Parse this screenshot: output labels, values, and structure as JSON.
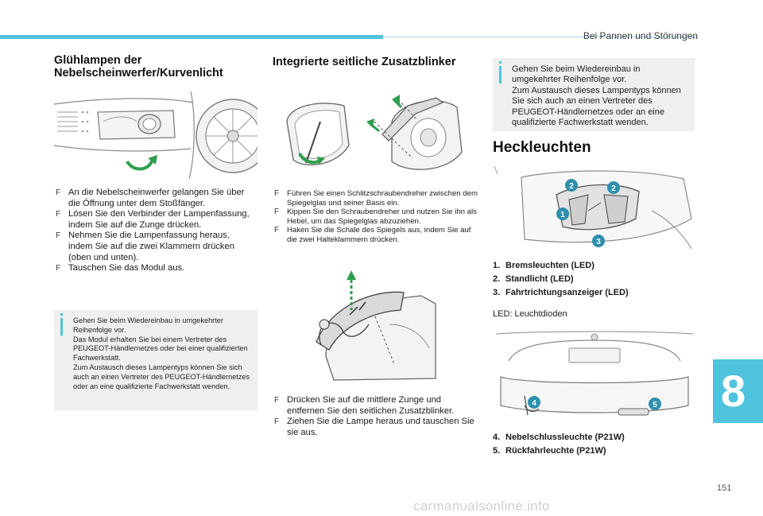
{
  "header": {
    "section_title": "Bei Pannen und Störungen"
  },
  "chapter": "8",
  "page_number": "151",
  "watermark": "carmanualsonline.info",
  "col1": {
    "title": "Glühlampen der Nebelscheinwerfer/Kurvenlicht",
    "title_line1": "Glühlampen der",
    "title_line2": "Nebelscheinwerfer/Kurvenlicht",
    "steps": [
      "An die Nebelscheinwerfer gelangen Sie über die Öffnung unter dem Stoßfänger.",
      "Lösen Sie den Verbinder der Lampenfassung, indem Sie auf die Zunge drücken.",
      "Nehmen Sie die Lampenfassung heraus, indem Sie auf die zwei Klammern drücken (oben und unten).",
      "Tauschen Sie das Modul aus."
    ],
    "info": [
      "Gehen Sie beim Wiedereinbau in umgekehrter Reihenfolge vor.",
      "Das Modul erhalten Sie bei einem Vertreter des PEUGEOT-Händlernetzes oder bei einer qualifizierten Fachwerkstatt.",
      "Zum Austausch dieses Lampentyps können Sie sich auch an einen Vertreter des PEUGEOT-Händlernetzes oder an eine qualifizierte Fachwerkstatt wenden."
    ]
  },
  "col2": {
    "title": "Integrierte seitliche Zusatzblinker",
    "steps_a": [
      "Führen Sie einen Schlitzschraubendreher zwischen dem Spiegelglas und seiner Basis ein.",
      "Kippen Sie den Schraubendreher und nutzen Sie ihn als Hebel, um das Spiegelglas abzuziehen.",
      "Haken Sie die Schale des Spiegels aus, indem Sie auf die zwei Halteklammern drücken."
    ],
    "steps_b": [
      "Drücken Sie auf die mittlere Zunge und entfernen Sie den seitlichen Zusatzblinker.",
      "Ziehen Sie die Lampe heraus und tauschen Sie sie aus."
    ]
  },
  "col3": {
    "info": [
      "Gehen Sie beim Wiedereinbau in umgekehrter Reihenfolge vor.",
      "Zum Austausch dieses Lampentyps können Sie sich auch an einen Vertreter des PEUGEOT-Händlernetzes oder an eine qualifizierte Fachwerkstatt wenden."
    ],
    "title": "Heckleuchten",
    "legend_a": [
      {
        "n": "1.",
        "label": "Bremsleuchten (LED)"
      },
      {
        "n": "2.",
        "label": "Standlicht (LED)"
      },
      {
        "n": "3.",
        "label": "Fahrtrichtungsanzeiger (LED)"
      }
    ],
    "led_note": "LED: Leuchtdioden",
    "legend_b": [
      {
        "n": "4.",
        "label": "Nebelschlussleuchte (P21W)"
      },
      {
        "n": "5.",
        "label": "Rückfahrleuchte (P21W)"
      }
    ],
    "callouts": [
      "1",
      "2",
      "2",
      "3",
      "4",
      "5"
    ]
  },
  "colors": {
    "accent": "#4fc3dc",
    "callout": "#2f8fae",
    "arrow": "#2e9e4e"
  },
  "bullet_glyph": "F"
}
